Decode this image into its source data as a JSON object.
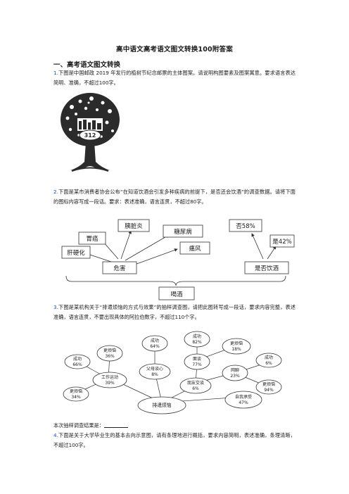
{
  "doc": {
    "title": "高中语文高考语文图文转换100附答案",
    "section": "一、高考语文图文转换",
    "q1": {
      "num": "1.",
      "text": "下图是中国邮政 2019 年发行的植树节纪念邮票的主体图案。请说明构图要素及图案寓意。要求语言表达简明、准确，不超过100字。"
    },
    "stamp": {
      "label": "312"
    },
    "q2": {
      "num": "2.",
      "text": "下面是某市消费者协会公布“在知道饮酒会引发多种疾病的前提下，是否还会饮酒”的调查数据。请将下面的图标内容写成一段话。要求：表述准确，语言连贯，不超过80字。"
    },
    "d2": {
      "weigan": "胃癌",
      "yizangyan": "胰脏炎",
      "tangniaobing": "糖尿病",
      "ganyinghua": "肝硬化",
      "tongfeng": "痛风",
      "weihai": "危害",
      "no58": "否58%",
      "yes42": "是42%",
      "shifou": "是否饮酒",
      "hejiu": "喝酒"
    },
    "q3": {
      "num": "3.",
      "text": "下图是某机构关于“排遣烦恼的方式与效果”的抽样调查图，请把此图转写成一段话，要求内容完整，表述准确，语言连贯，不要出现具体的阿拉伯数字，不超过110个字。"
    },
    "d3": {
      "center": "排遣烦恼",
      "gzyd": [
        "工作运动",
        "39%"
      ],
      "cg66": [
        "成功",
        "66%"
      ],
      "gfn36": [
        "更烦恼",
        "36%"
      ],
      "gfn34": [
        "更烦恼",
        "34%"
      ],
      "fmtx": [
        "父母谈心",
        "8%"
      ],
      "cg64": [
        "成功",
        "64%"
      ],
      "pyjl": [
        "朋友交谈",
        "6%"
      ],
      "mt": [
        "面谈",
        "77%"
      ],
      "cg82": [
        "成功",
        "82%"
      ],
      "gfn18": [
        "更烦恼",
        "18%"
      ],
      "wl": [
        "网聊",
        "23%"
      ],
      "cg6": [
        "成功",
        "6%"
      ],
      "gfn94": [
        "更烦恼",
        "94%"
      ],
      "zwcs": [
        "自我承受",
        "47%"
      ]
    },
    "result_label": "本次抽样调查结果是：",
    "q4": {
      "num": "4.",
      "text": "下面是关于大学毕业生的基本去向示意图，请有条理地进行概括，要求内容简明，表述准确，条理清晰，不超过100字。"
    }
  }
}
